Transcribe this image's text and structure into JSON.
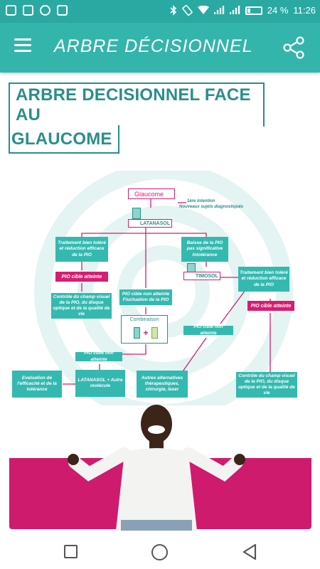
{
  "status_bar": {
    "battery_text": "24 %",
    "time": "11:26"
  },
  "app_bar": {
    "title": "ARBRE DÉCISIONNEL"
  },
  "page": {
    "heading_line1": "ARBRE DECISIONNEL FACE AU",
    "heading_line2": "GLAUCOME"
  },
  "flowchart": {
    "start": "Glaucome",
    "first_intention": "1ère intention",
    "new_subjects": "Nouveaux sujets diagnostiqués",
    "latanasol": "LATANASOL",
    "tolerated_left": "Traitement bien toléré et réduction efficace de la PIO",
    "target_reached_left": "PIO cible atteinte",
    "monitoring_left": "Contrôle du champ visuel de la PIO, du disque optique et de la qualité de vie",
    "target_not_reached_center": "PIO cible non atteinte",
    "fluctuation": "Fluctuation de la PIO",
    "combination": "Combinaison",
    "plus": "+",
    "target_not_reached_bottom": "PIO cible non atteinte",
    "latanasol_plus": "LATANASOL + Autre molécule",
    "evaluation": "Evaluation de l'efficacité et de la tolérance",
    "alternatives": "Autres alternatives thérapeutiques, chirurgie, laser",
    "drop_pio": "Baisse de la PIO pas significative",
    "intolerance": "Intolérance",
    "timosol": "TIMOSOL",
    "tolerated_right": "Traitement bien toléré et réduction efficace de la PIO",
    "target_reached_right": "PIO cible atteinte",
    "target_not_reached_right": "PIO cible non atteinte",
    "monitoring_right": "Contrôle du champ visuel de la PIO, du disque optique et de la qualité de vie"
  },
  "colors": {
    "teal": "#34b9b0",
    "dark_teal": "#2a8f88",
    "pink": "#d61d72"
  }
}
